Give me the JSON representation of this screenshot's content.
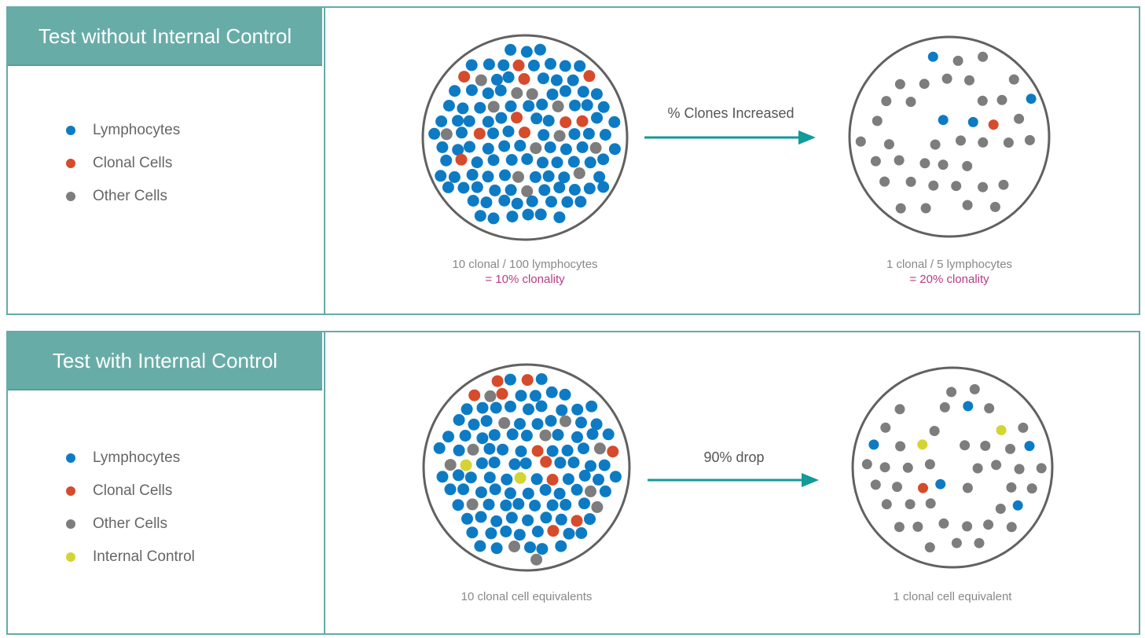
{
  "colors": {
    "lymphocyte": "#0d7bc4",
    "clonal": "#d64b2c",
    "other": "#7d7d7d",
    "internal_control": "#d4d434",
    "accent": "#139a9a",
    "header_bg": "#68aca8",
    "clonality": "#b73c83"
  },
  "legend_icon": "filled-circle-icon",
  "top_panel": {
    "title": "Test without Internal Control",
    "legend": [
      {
        "label": "Lymphocytes",
        "key": "lymphocyte"
      },
      {
        "label": "Clonal Cells",
        "key": "clonal"
      },
      {
        "label": "Other Cells",
        "key": "other"
      }
    ],
    "arrow_label": "% Clones Increased",
    "left_caption": "10 clonal / 100 lymphocytes",
    "left_result": "= 10% clonality",
    "right_caption": "1 clonal / 5 lymphocytes",
    "right_result": "= 20% clonality"
  },
  "bottom_panel": {
    "title": "Test with Internal Control",
    "legend": [
      {
        "label": "Lymphocytes",
        "key": "lymphocyte"
      },
      {
        "label": "Clonal Cells",
        "key": "clonal"
      },
      {
        "label": "Other Cells",
        "key": "other"
      },
      {
        "label": "Internal Control",
        "key": "internal_control"
      }
    ],
    "arrow_label": "90% drop",
    "left_caption": "10 clonal cell equivalents",
    "right_caption": "1 clonal cell equivalent"
  }
}
